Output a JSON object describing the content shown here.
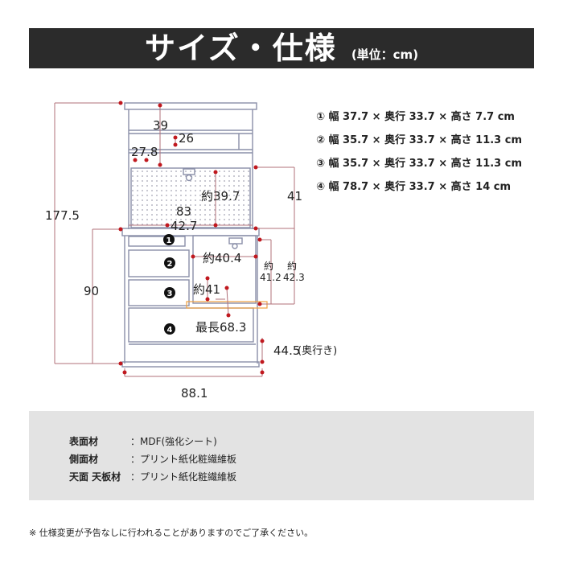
{
  "header": {
    "title": "サイズ・仕様",
    "unit": "(単位：cm)"
  },
  "dimensions": {
    "total_height": "177.5",
    "lower_height": "90",
    "width": "88.1",
    "upper_width": "83",
    "upper_inner_width": "42.7",
    "shelf_depth_39": "39",
    "shelf_26": "26",
    "shelf_27_8": "27.8",
    "open_height": "約39.7",
    "upper_side": "41",
    "drawer_inner_width": "約40.4",
    "about": "約",
    "depth_41_2": "41.2",
    "depth_42_3": "42.3",
    "inner_41": "約41",
    "max_length": "最長68.3",
    "depth": "44.5",
    "depth_note": "(奥行き)",
    "label_1": "1",
    "label_2": "2",
    "label_3": "3",
    "label_4": "4"
  },
  "specs": [
    "① 幅 37.7 × 奥行 33.7 × 高さ  7.7 cm",
    "② 幅 35.7 × 奥行 33.7 × 高さ 11.3 cm",
    "③ 幅 35.7 × 奥行 33.7 × 高さ 11.3 cm",
    "④ 幅 78.7 × 奥行 33.7 × 高さ 14  cm"
  ],
  "materials": [
    {
      "label": "表面材",
      "value": "：MDF(強化シート)"
    },
    {
      "label": "側面材",
      "value": "：プリント紙化粧繊維板"
    },
    {
      "label": "天面 天板材",
      "value": "：プリント紙化粧繊維板"
    }
  ],
  "footnote": "※ 仕様変更が予告なしに行われることがありますのでご了承ください。",
  "colors": {
    "header_bg": "#2b2b2b",
    "dimension_line": "#b0707a",
    "marker": "#c0181e",
    "cabinet_line": "#8a8fa8",
    "panel_bg": "#e3e3e3",
    "accent_orange": "#f0a040"
  }
}
